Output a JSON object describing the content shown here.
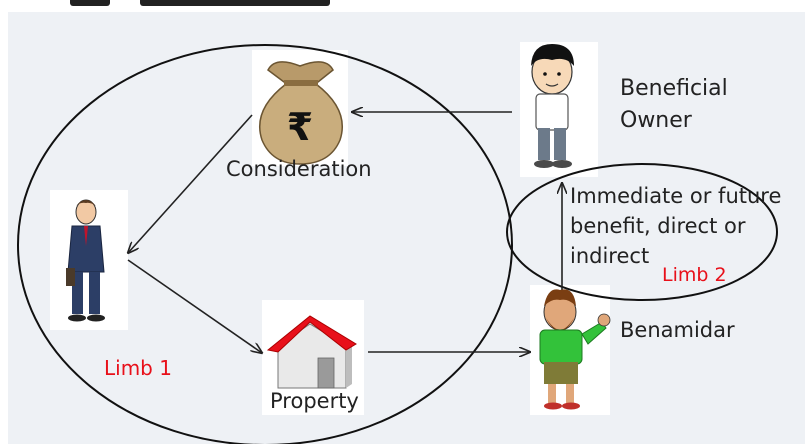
{
  "diagram": {
    "nodes": {
      "consideration": {
        "label": "Consideration",
        "icon": "money-bag-rupee-icon"
      },
      "beneficial_owner": {
        "label_line1": "Beneficial",
        "label_line2": "Owner",
        "icon": "boy-figure-icon"
      },
      "benamidar": {
        "label": "Benamidar",
        "icon": "bearded-man-waving-icon"
      },
      "property": {
        "label": "Property",
        "icon": "house-icon"
      },
      "transferor": {
        "icon": "businessman-icon"
      }
    },
    "benefit_text": {
      "line1": "Immediate or future",
      "line2": "benefit, direct or",
      "line3": "indirect"
    },
    "limb1": "Limb 1",
    "limb2": "Limb 2",
    "colors": {
      "limb_label": "#e8101a",
      "background": "#eef1f5",
      "roof": "#e8101a"
    }
  }
}
